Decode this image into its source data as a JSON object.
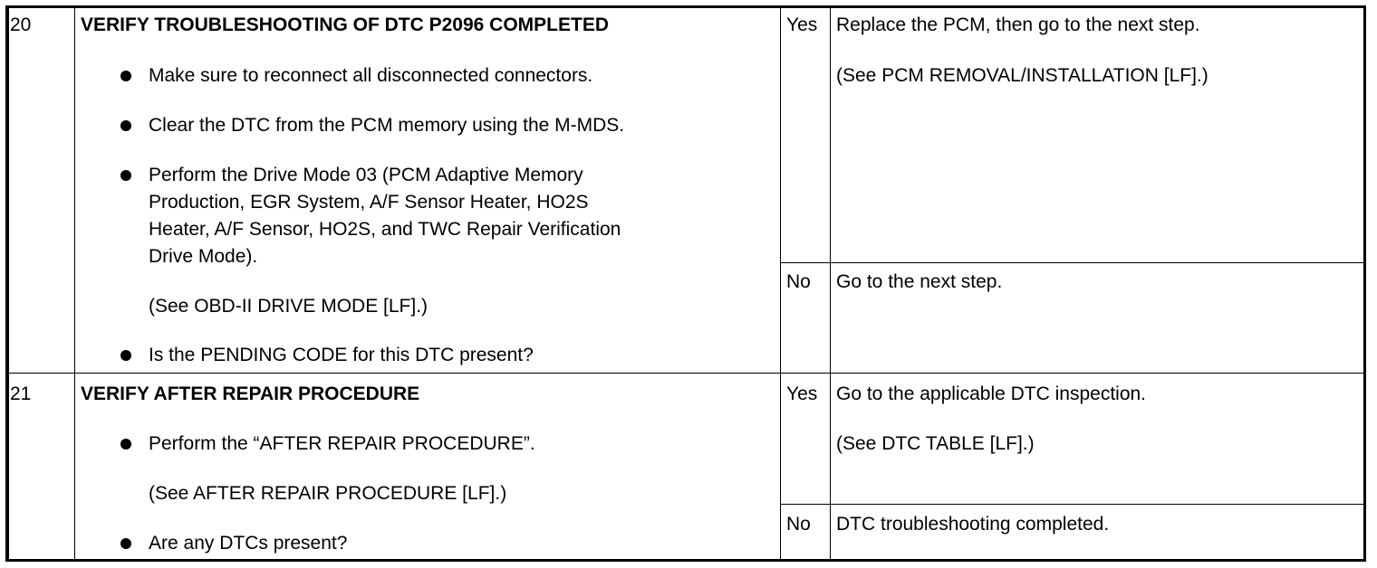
{
  "steps": [
    {
      "number": "20",
      "title": "VERIFY TROUBLESHOOTING OF DTC P2096 COMPLETED",
      "items": [
        {
          "bullet": true,
          "lines": [
            "Make sure to reconnect all disconnected connectors."
          ]
        },
        {
          "bullet": true,
          "lines": [
            "Clear the DTC from the PCM memory using the M-MDS."
          ]
        },
        {
          "bullet": true,
          "lines": [
            "Perform the Drive Mode 03 (PCM Adaptive Memory",
            "Production, EGR System, A/F Sensor Heater, HO2S",
            "Heater, A/F Sensor, HO2S, and TWC Repair Verification",
            "Drive Mode)."
          ]
        },
        {
          "bullet": false,
          "lines": [
            "(See OBD-II DRIVE MODE [LF].)"
          ]
        },
        {
          "bullet": true,
          "lines": [
            "Is the PENDING CODE for this DTC present?"
          ]
        }
      ],
      "results": [
        {
          "answer": "Yes",
          "actions": [
            "Replace the PCM, then go to the next step.",
            "(See PCM REMOVAL/INSTALLATION [LF].)"
          ]
        },
        {
          "answer": "No",
          "actions": [
            "Go to the next step."
          ]
        }
      ]
    },
    {
      "number": "21",
      "title": "VERIFY AFTER REPAIR PROCEDURE",
      "items": [
        {
          "bullet": true,
          "lines": [
            "Perform the “AFTER REPAIR PROCEDURE”."
          ]
        },
        {
          "bullet": false,
          "lines": [
            "(See AFTER REPAIR PROCEDURE [LF].)"
          ]
        },
        {
          "bullet": true,
          "lines": [
            "Are any DTCs present?"
          ]
        }
      ],
      "results": [
        {
          "answer": "Yes",
          "actions": [
            "Go to the applicable DTC inspection.",
            "(See DTC TABLE [LF].)"
          ]
        },
        {
          "answer": "No",
          "actions": [
            "DTC troubleshooting completed."
          ]
        }
      ]
    }
  ]
}
